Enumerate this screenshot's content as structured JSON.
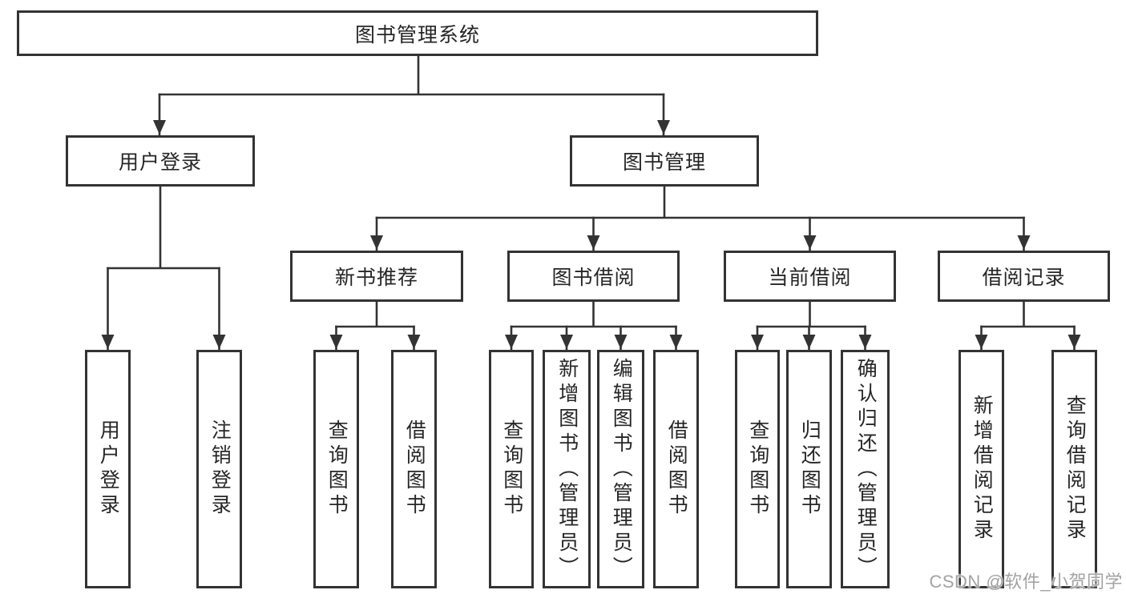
{
  "tree": {
    "root": {
      "label": "图书管理系统"
    },
    "branches": [
      {
        "label": "用户登录",
        "children": [
          {
            "label": "用户登录"
          },
          {
            "label": "注销登录"
          }
        ]
      },
      {
        "label": "图书管理",
        "children": [
          {
            "label": "新书推荐",
            "children": [
              {
                "label": "查询图书"
              },
              {
                "label": "借阅图书"
              }
            ]
          },
          {
            "label": "图书借阅",
            "children": [
              {
                "label": "查询图书"
              },
              {
                "label": "新增图书（管理员）"
              },
              {
                "label": "编辑图书（管理员）"
              },
              {
                "label": "借阅图书"
              }
            ]
          },
          {
            "label": "当前借阅",
            "children": [
              {
                "label": "查询图书"
              },
              {
                "label": "归还图书"
              },
              {
                "label": "确认归还（管理员）"
              }
            ]
          },
          {
            "label": "借阅记录",
            "children": [
              {
                "label": "新增借阅记录"
              },
              {
                "label": "查询借阅记录"
              }
            ]
          }
        ]
      }
    ]
  },
  "colors": {
    "line": "#333333",
    "text": "#262626",
    "watermark": "#a3a3a3",
    "background": "#ffffff"
  },
  "watermark": {
    "text": "CSDN @软件_小贺同学"
  }
}
